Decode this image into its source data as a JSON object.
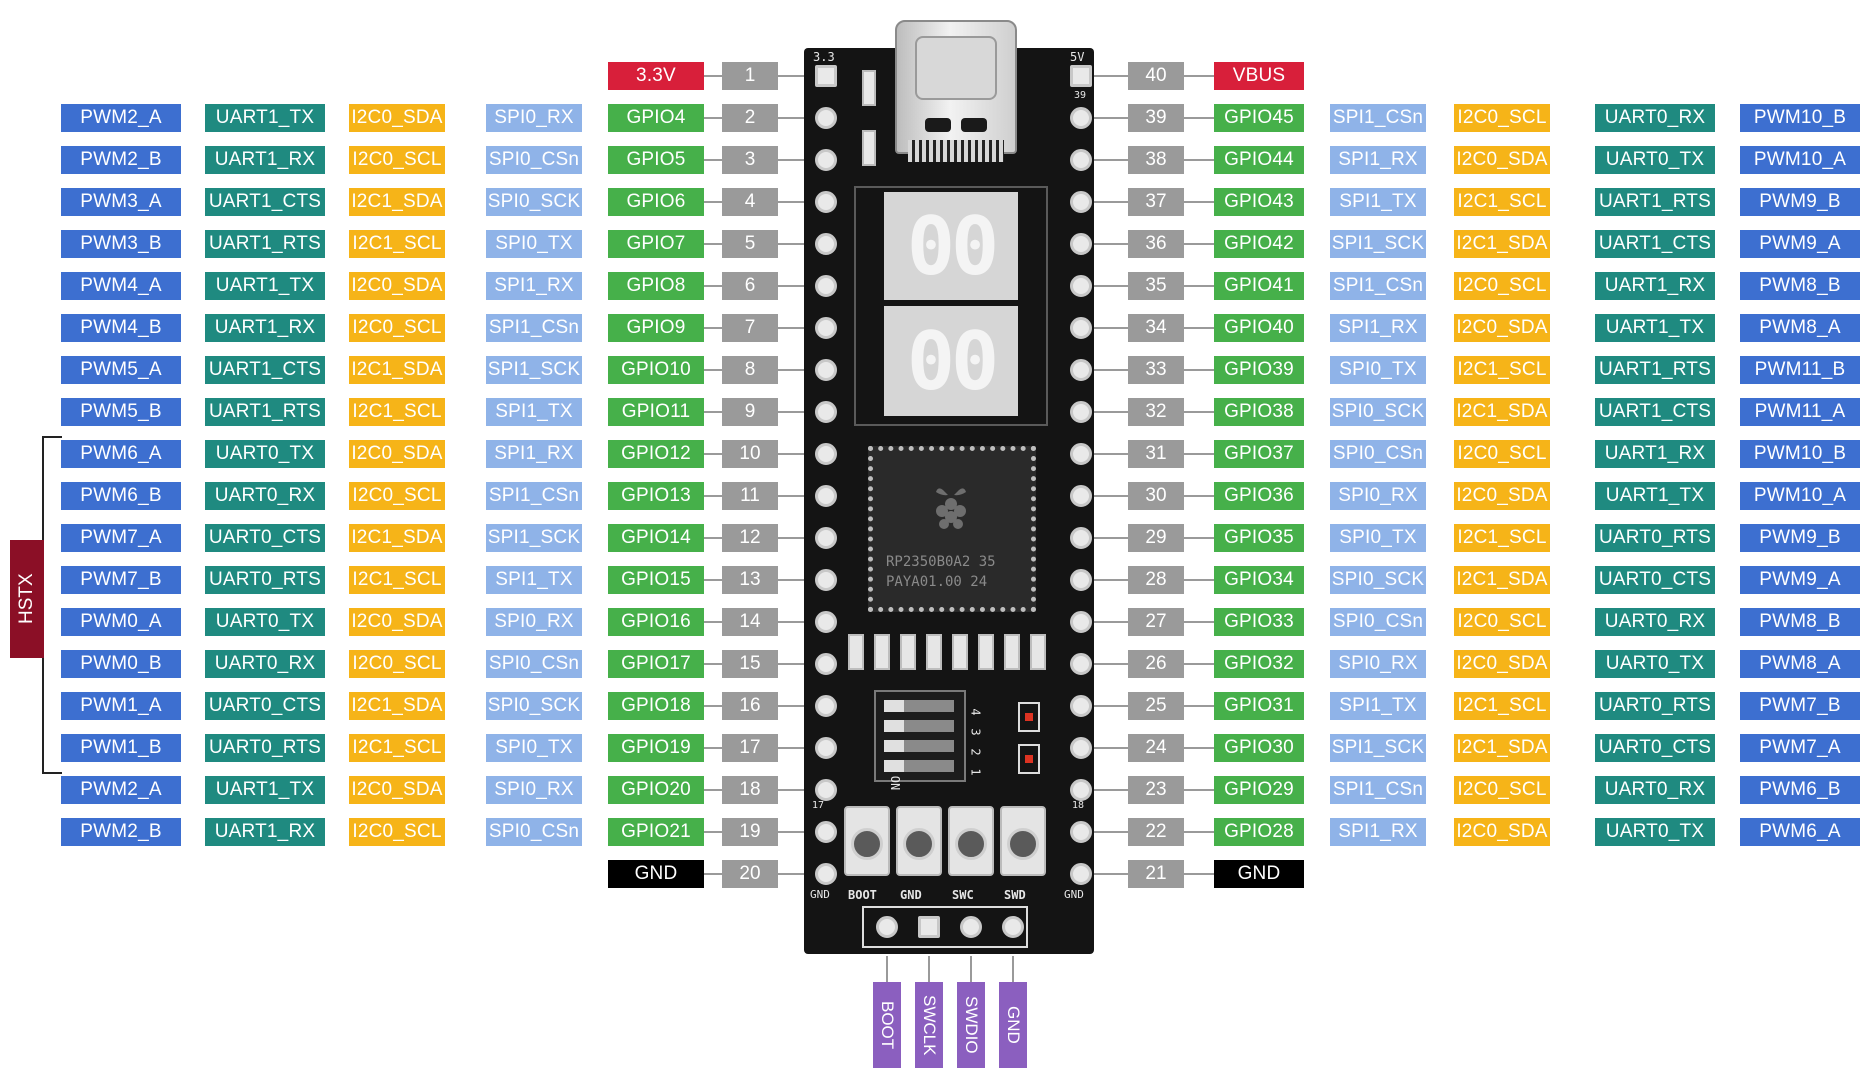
{
  "colors": {
    "pwm": "#3d6fd0",
    "uart": "#1f8a80",
    "i2c": "#f6b418",
    "spi": "#8fb3e8",
    "gpio": "#46b04a",
    "power": "#d81f3a",
    "gnd": "#000000",
    "debug": "#8b5fbf",
    "hstx": "#8b0f26",
    "pin": "#9a9a9a",
    "board": "#141414"
  },
  "left_rows": [
    {
      "pin": "1",
      "gpio": "3.3V",
      "gpio_type": "power",
      "spi": "",
      "i2c": "",
      "uart": "",
      "pwm": ""
    },
    {
      "pin": "2",
      "gpio": "GPIO4",
      "gpio_type": "gpio",
      "spi": "SPI0_RX",
      "i2c": "I2C0_SDA",
      "uart": "UART1_TX",
      "pwm": "PWM2_A"
    },
    {
      "pin": "3",
      "gpio": "GPIO5",
      "gpio_type": "gpio",
      "spi": "SPI0_CSn",
      "i2c": "I2C0_SCL",
      "uart": "UART1_RX",
      "pwm": "PWM2_B"
    },
    {
      "pin": "4",
      "gpio": "GPIO6",
      "gpio_type": "gpio",
      "spi": "SPI0_SCK",
      "i2c": "I2C1_SDA",
      "uart": "UART1_CTS",
      "pwm": "PWM3_A"
    },
    {
      "pin": "5",
      "gpio": "GPIO7",
      "gpio_type": "gpio",
      "spi": "SPI0_TX",
      "i2c": "I2C1_SCL",
      "uart": "UART1_RTS",
      "pwm": "PWM3_B"
    },
    {
      "pin": "6",
      "gpio": "GPIO8",
      "gpio_type": "gpio",
      "spi": "SPI1_RX",
      "i2c": "I2C0_SDA",
      "uart": "UART1_TX",
      "pwm": "PWM4_A"
    },
    {
      "pin": "7",
      "gpio": "GPIO9",
      "gpio_type": "gpio",
      "spi": "SPI1_CSn",
      "i2c": "I2C0_SCL",
      "uart": "UART1_RX",
      "pwm": "PWM4_B"
    },
    {
      "pin": "8",
      "gpio": "GPIO10",
      "gpio_type": "gpio",
      "spi": "SPI1_SCK",
      "i2c": "I2C1_SDA",
      "uart": "UART1_CTS",
      "pwm": "PWM5_A"
    },
    {
      "pin": "9",
      "gpio": "GPIO11",
      "gpio_type": "gpio",
      "spi": "SPI1_TX",
      "i2c": "I2C1_SCL",
      "uart": "UART1_RTS",
      "pwm": "PWM5_B"
    },
    {
      "pin": "10",
      "gpio": "GPIO12",
      "gpio_type": "gpio",
      "spi": "SPI1_RX",
      "i2c": "I2C0_SDA",
      "uart": "UART0_TX",
      "pwm": "PWM6_A"
    },
    {
      "pin": "11",
      "gpio": "GPIO13",
      "gpio_type": "gpio",
      "spi": "SPI1_CSn",
      "i2c": "I2C0_SCL",
      "uart": "UART0_RX",
      "pwm": "PWM6_B"
    },
    {
      "pin": "12",
      "gpio": "GPIO14",
      "gpio_type": "gpio",
      "spi": "SPI1_SCK",
      "i2c": "I2C1_SDA",
      "uart": "UART0_CTS",
      "pwm": "PWM7_A"
    },
    {
      "pin": "13",
      "gpio": "GPIO15",
      "gpio_type": "gpio",
      "spi": "SPI1_TX",
      "i2c": "I2C1_SCL",
      "uart": "UART0_RTS",
      "pwm": "PWM7_B"
    },
    {
      "pin": "14",
      "gpio": "GPIO16",
      "gpio_type": "gpio",
      "spi": "SPI0_RX",
      "i2c": "I2C0_SDA",
      "uart": "UART0_TX",
      "pwm": "PWM0_A"
    },
    {
      "pin": "15",
      "gpio": "GPIO17",
      "gpio_type": "gpio",
      "spi": "SPI0_CSn",
      "i2c": "I2C0_SCL",
      "uart": "UART0_RX",
      "pwm": "PWM0_B"
    },
    {
      "pin": "16",
      "gpio": "GPIO18",
      "gpio_type": "gpio",
      "spi": "SPI0_SCK",
      "i2c": "I2C1_SDA",
      "uart": "UART0_CTS",
      "pwm": "PWM1_A"
    },
    {
      "pin": "17",
      "gpio": "GPIO19",
      "gpio_type": "gpio",
      "spi": "SPI0_TX",
      "i2c": "I2C1_SCL",
      "uart": "UART0_RTS",
      "pwm": "PWM1_B"
    },
    {
      "pin": "18",
      "gpio": "GPIO20",
      "gpio_type": "gpio",
      "spi": "SPI0_RX",
      "i2c": "I2C0_SDA",
      "uart": "UART1_TX",
      "pwm": "PWM2_A"
    },
    {
      "pin": "19",
      "gpio": "GPIO21",
      "gpio_type": "gpio",
      "spi": "SPI0_CSn",
      "i2c": "I2C0_SCL",
      "uart": "UART1_RX",
      "pwm": "PWM2_B"
    },
    {
      "pin": "20",
      "gpio": "GND",
      "gpio_type": "gnd",
      "spi": "",
      "i2c": "",
      "uart": "",
      "pwm": ""
    }
  ],
  "right_rows": [
    {
      "pin": "40",
      "gpio": "VBUS",
      "gpio_type": "power",
      "spi": "",
      "i2c": "",
      "uart": "",
      "pwm": ""
    },
    {
      "pin": "39",
      "gpio": "GPIO45",
      "gpio_type": "gpio",
      "spi": "SPI1_CSn",
      "i2c": "I2C0_SCL",
      "uart": "UART0_RX",
      "pwm": "PWM10_B"
    },
    {
      "pin": "38",
      "gpio": "GPIO44",
      "gpio_type": "gpio",
      "spi": "SPI1_RX",
      "i2c": "I2C0_SDA",
      "uart": "UART0_TX",
      "pwm": "PWM10_A"
    },
    {
      "pin": "37",
      "gpio": "GPIO43",
      "gpio_type": "gpio",
      "spi": "SPI1_TX",
      "i2c": "I2C1_SCL",
      "uart": "UART1_RTS",
      "pwm": "PWM9_B"
    },
    {
      "pin": "36",
      "gpio": "GPIO42",
      "gpio_type": "gpio",
      "spi": "SPI1_SCK",
      "i2c": "I2C1_SDA",
      "uart": "UART1_CTS",
      "pwm": "PWM9_A"
    },
    {
      "pin": "35",
      "gpio": "GPIO41",
      "gpio_type": "gpio",
      "spi": "SPI1_CSn",
      "i2c": "I2C0_SCL",
      "uart": "UART1_RX",
      "pwm": "PWM8_B"
    },
    {
      "pin": "34",
      "gpio": "GPIO40",
      "gpio_type": "gpio",
      "spi": "SPI1_RX",
      "i2c": "I2C0_SDA",
      "uart": "UART1_TX",
      "pwm": "PWM8_A"
    },
    {
      "pin": "33",
      "gpio": "GPIO39",
      "gpio_type": "gpio",
      "spi": "SPI0_TX",
      "i2c": "I2C1_SCL",
      "uart": "UART1_RTS",
      "pwm": "PWM11_B"
    },
    {
      "pin": "32",
      "gpio": "GPIO38",
      "gpio_type": "gpio",
      "spi": "SPI0_SCK",
      "i2c": "I2C1_SDA",
      "uart": "UART1_CTS",
      "pwm": "PWM11_A"
    },
    {
      "pin": "31",
      "gpio": "GPIO37",
      "gpio_type": "gpio",
      "spi": "SPI0_CSn",
      "i2c": "I2C0_SCL",
      "uart": "UART1_RX",
      "pwm": "PWM10_B"
    },
    {
      "pin": "30",
      "gpio": "GPIO36",
      "gpio_type": "gpio",
      "spi": "SPI0_RX",
      "i2c": "I2C0_SDA",
      "uart": "UART1_TX",
      "pwm": "PWM10_A"
    },
    {
      "pin": "29",
      "gpio": "GPIO35",
      "gpio_type": "gpio",
      "spi": "SPI0_TX",
      "i2c": "I2C1_SCL",
      "uart": "UART0_RTS",
      "pwm": "PWM9_B"
    },
    {
      "pin": "28",
      "gpio": "GPIO34",
      "gpio_type": "gpio",
      "spi": "SPI0_SCK",
      "i2c": "I2C1_SDA",
      "uart": "UART0_CTS",
      "pwm": "PWM9_A"
    },
    {
      "pin": "27",
      "gpio": "GPIO33",
      "gpio_type": "gpio",
      "spi": "SPI0_CSn",
      "i2c": "I2C0_SCL",
      "uart": "UART0_RX",
      "pwm": "PWM8_B"
    },
    {
      "pin": "26",
      "gpio": "GPIO32",
      "gpio_type": "gpio",
      "spi": "SPI0_RX",
      "i2c": "I2C0_SDA",
      "uart": "UART0_TX",
      "pwm": "PWM8_A"
    },
    {
      "pin": "25",
      "gpio": "GPIO31",
      "gpio_type": "gpio",
      "spi": "SPI1_TX",
      "i2c": "I2C1_SCL",
      "uart": "UART0_RTS",
      "pwm": "PWM7_B"
    },
    {
      "pin": "24",
      "gpio": "GPIO30",
      "gpio_type": "gpio",
      "spi": "SPI1_SCK",
      "i2c": "I2C1_SDA",
      "uart": "UART0_CTS",
      "pwm": "PWM7_A"
    },
    {
      "pin": "23",
      "gpio": "GPIO29",
      "gpio_type": "gpio",
      "spi": "SPI1_CSn",
      "i2c": "I2C0_SCL",
      "uart": "UART0_RX",
      "pwm": "PWM6_B"
    },
    {
      "pin": "22",
      "gpio": "GPIO28",
      "gpio_type": "gpio",
      "spi": "SPI1_RX",
      "i2c": "I2C0_SDA",
      "uart": "UART0_TX",
      "pwm": "PWM6_A"
    },
    {
      "pin": "21",
      "gpio": "GND",
      "gpio_type": "gnd",
      "spi": "",
      "i2c": "",
      "uart": "",
      "pwm": ""
    }
  ],
  "hstx_label": "HSTX",
  "debug_labels": [
    "BOOT",
    "SWCLK",
    "SWDIO",
    "GND"
  ],
  "silkscreen": {
    "top_left": "3.3",
    "top_right": "5V",
    "pin_39": "39",
    "pin_17": "17",
    "pin_18": "18",
    "gnd_left": "GND",
    "gnd_right": "GND",
    "button_labels": [
      "BOOT",
      "GND",
      "SWC",
      "SWD"
    ],
    "chip_line1": "RP2350B0A2 35",
    "chip_line2": "PAYA01.00  24",
    "switch_on": "ON",
    "switch_numbers": [
      "1",
      "2",
      "3",
      "4"
    ],
    "seg_top": "00",
    "seg_bottom": "00"
  }
}
